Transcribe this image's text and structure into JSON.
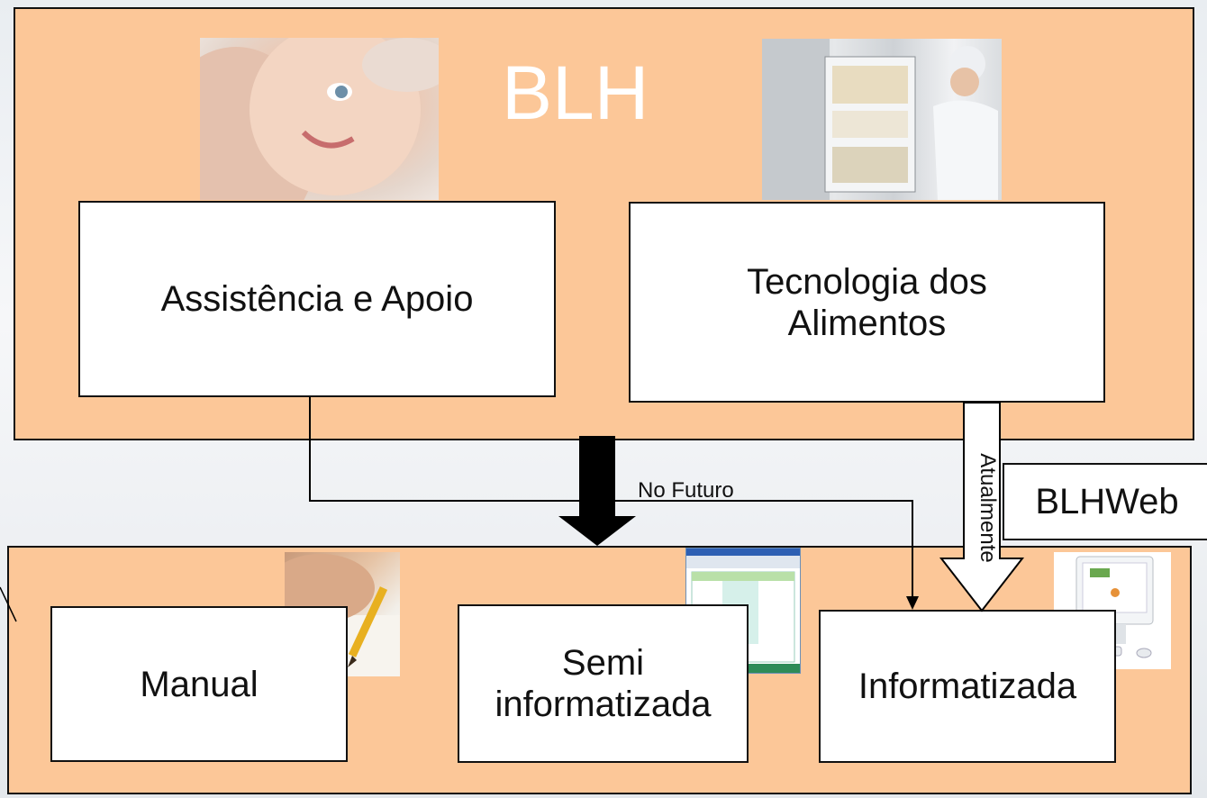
{
  "diagram": {
    "title": "BLH",
    "boxes": {
      "assist": "Assistência e Apoio",
      "tech_line1": "Tecnologia dos",
      "tech_line2": "Alimentos",
      "manual": "Manual",
      "semi_line1": "Semi",
      "semi_line2": "informatizada",
      "info": "Informatizada",
      "blhweb": "BLHWeb"
    },
    "arrow_labels": {
      "futuro": "No Futuro",
      "atual": "Atualmente"
    }
  },
  "colors": {
    "panel": "#fcc798",
    "box": "#ffffff",
    "border": "#111111",
    "title": "#ffffff"
  }
}
